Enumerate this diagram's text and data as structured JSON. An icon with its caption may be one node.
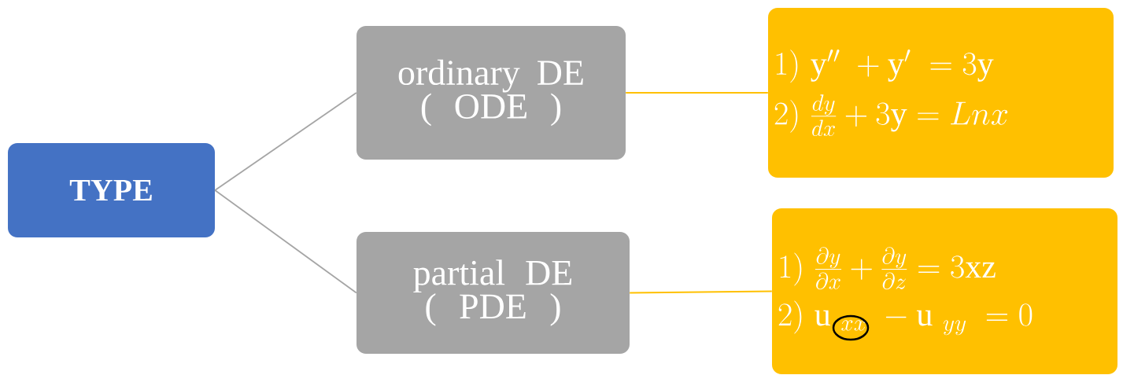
{
  "diagram": {
    "nodes": [
      {
        "text": [
          "TYPE"
        ]
      },
      {
        "text": [
          "ordinary DE ( ODE )"
        ]
      },
      {
        "text": [
          "partial DE ( PDE )"
        ]
      },
      {
        "text": [
          "1)\\ \\mathrm{y}'' + \\mathrm{y}' = 3\\mathrm{y}",
          "2)\\ \\frac{dy}{dx} + 3\\mathrm{y} = Lnx"
        ]
      },
      {
        "text": [
          "1)\\ \\frac{\\partial y}{\\partial x} + \\frac{\\partial y}{\\partial z} = 3\\mathrm{xz}",
          "2)\\ \\mathrm{u}\\ {}_{xx} - \\mathrm{u}\\ {}_{yy} = 0"
        ]
      }
    ],
    "edges": [
      {
        "from": 0,
        "to": 1,
        "arrow": "none",
        "color": "#a5a5a5"
      },
      {
        "from": 0,
        "to": 2,
        "arrow": "none",
        "color": "#a5a5a5"
      },
      {
        "from": 1,
        "to": 3,
        "arrow": "none",
        "color": "#ffc000"
      },
      {
        "from": 2,
        "to": 4,
        "arrow": "none",
        "color": "#ffc000"
      }
    ]
  }
}
